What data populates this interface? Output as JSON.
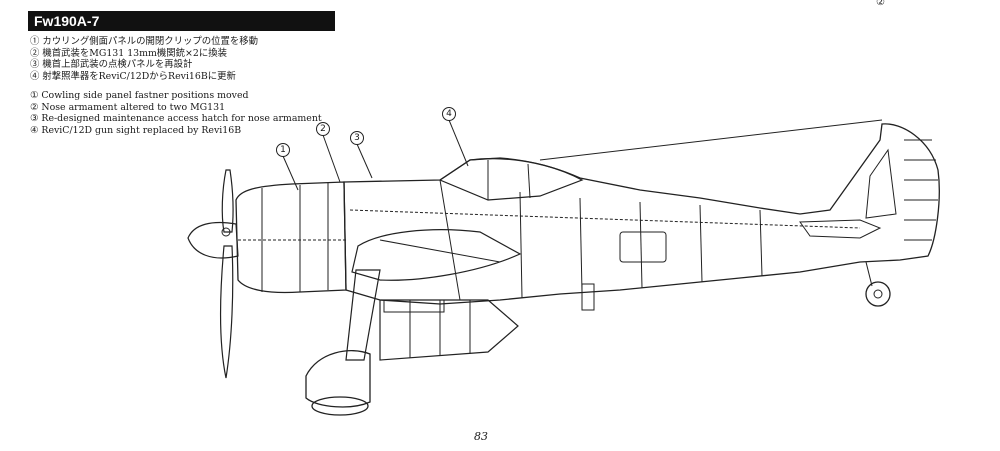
{
  "header": {
    "title": "Fw190A-7"
  },
  "notes_jp": [
    "① カウリング側面パネルの開閉クリップの位置を移動",
    "② 機首武装をMG131 13mm機関銃×2に換装",
    "③ 機首上部武装の点検パネルを再設計",
    "④ 射撃照準器をReviC/12DからRevi16Bに更新"
  ],
  "notes_en": [
    "① Cowling side panel fastner positions moved",
    "② Nose armament altered to two MG131",
    "③ Re-designed maintenance access hatch for nose armament",
    "④ ReviC/12D gun sight replaced by Revi16B"
  ],
  "callouts": {
    "c1": "1",
    "c2": "2",
    "c3": "3",
    "c4": "4"
  },
  "corner_label": "②",
  "page_number": "83"
}
